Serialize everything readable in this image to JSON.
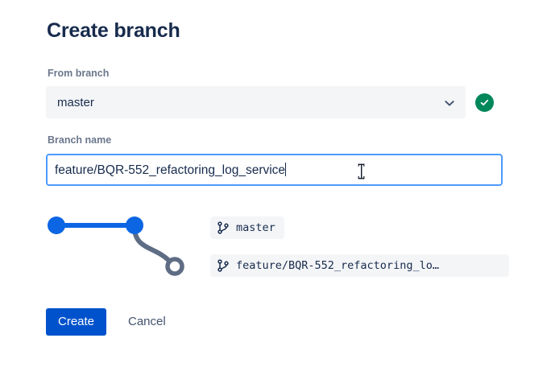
{
  "dialog": {
    "title": "Create branch"
  },
  "from_branch": {
    "label": "From branch",
    "selected_value": "master",
    "chevron_icon": "chevron-down-icon",
    "valid_icon": "check-circle-icon",
    "valid_color": "#00875A"
  },
  "branch_name": {
    "label": "Branch name",
    "value": "feature/BQR-552_refactoring_log_service",
    "placeholder": "",
    "focus_border_color": "#4C9AFF"
  },
  "graph": {
    "node_color": "#0C66E4",
    "line_color": "#0C66E4",
    "branch_curve_color": "#5E6C84",
    "nodes": [
      {
        "name": "commit-node-start",
        "filled": true
      },
      {
        "name": "commit-node-head",
        "filled": true
      },
      {
        "name": "new-branch-node",
        "filled": false
      }
    ]
  },
  "chips": [
    {
      "icon": "branch-icon",
      "label": "master",
      "name": "branch-chip-master"
    },
    {
      "icon": "branch-icon",
      "label": "feature/BQR-552_refactoring_lo…",
      "name": "branch-chip-feature"
    }
  ],
  "actions": {
    "create_label": "Create",
    "cancel_label": "Cancel",
    "primary_color": "#0052CC"
  },
  "cursor": {
    "type": "text-ibeam-cursor"
  }
}
